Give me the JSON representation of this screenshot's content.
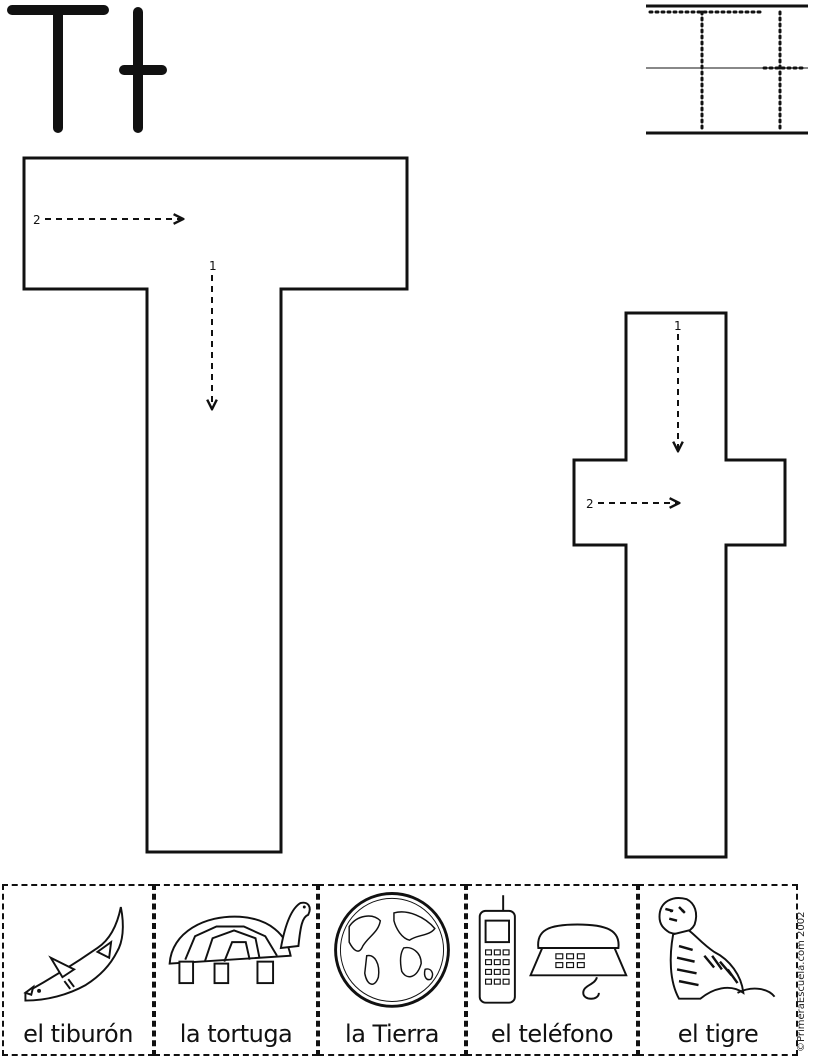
{
  "header": {
    "uppercase": "T",
    "lowercase": "t"
  },
  "traces": {
    "uppercase": {
      "step_1": "1",
      "step_2": "2"
    },
    "lowercase": {
      "step_1": "1",
      "step_2": "2"
    }
  },
  "cards": [
    {
      "label": "el tiburón",
      "icon": "shark-icon"
    },
    {
      "label": "la tortuga",
      "icon": "tortoise-icon"
    },
    {
      "label": "la Tierra",
      "icon": "earth-globe-icon"
    },
    {
      "label": "el teléfono",
      "icon": "telephone-icon"
    },
    {
      "label": "el tigre",
      "icon": "tiger-icon"
    }
  ],
  "copyright": "©PrimeraEscuela.com 2002"
}
